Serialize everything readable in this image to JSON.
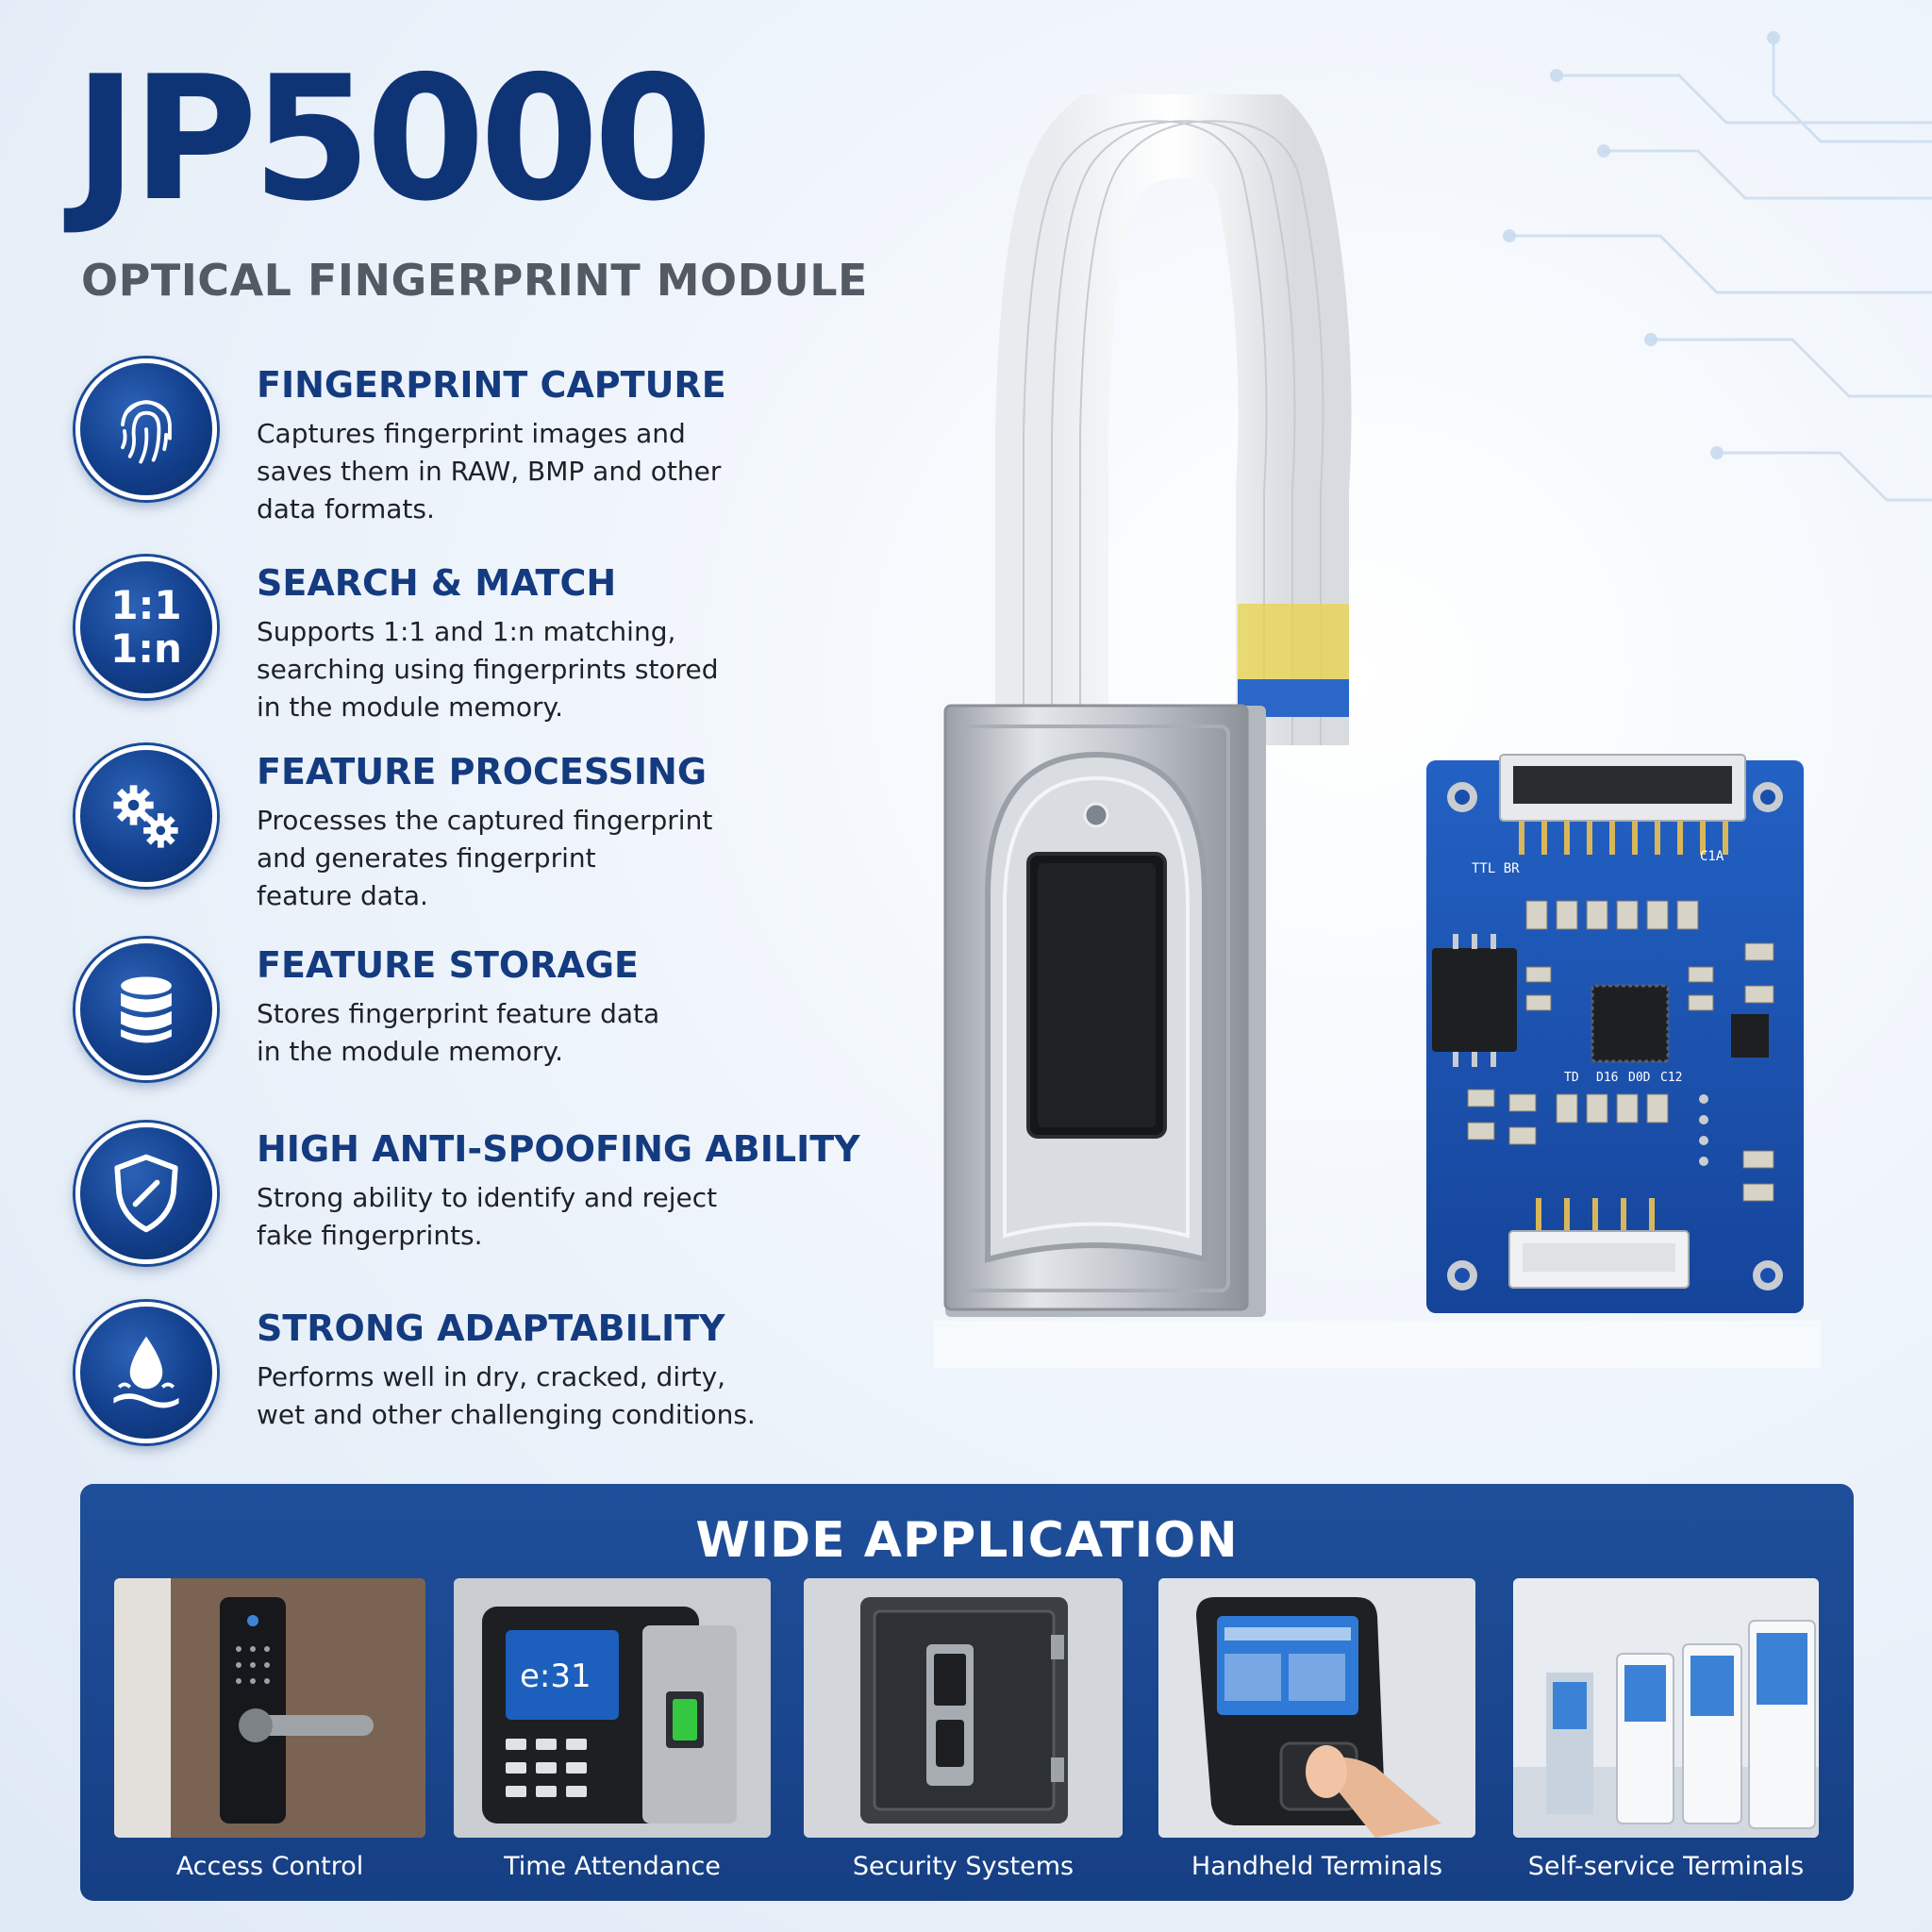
{
  "header": {
    "title": "JP5000",
    "subtitle": "OPTICAL FINGERPRINT MODULE"
  },
  "features": [
    {
      "icon": "fingerprint-icon",
      "title": "FINGERPRINT CAPTURE",
      "lines": [
        "Captures fingerprint images and",
        "saves them in RAW, BMP and other",
        "data formats."
      ]
    },
    {
      "icon": "ratio-icon",
      "icon_text": [
        "1:1",
        "1:n"
      ],
      "title": "SEARCH & MATCH",
      "lines": [
        "Supports 1:1 and 1:n matching,",
        "searching using fingerprints stored",
        "in the module memory."
      ]
    },
    {
      "icon": "gears-icon",
      "title": "FEATURE PROCESSING",
      "lines": [
        "Processes the captured fingerprint",
        "and generates fingerprint",
        "feature data."
      ]
    },
    {
      "icon": "database-icon",
      "title": "FEATURE STORAGE",
      "lines": [
        "Stores fingerprint feature data",
        "in the module memory."
      ]
    },
    {
      "icon": "shield-icon",
      "title": "HIGH ANTI-SPOOFING ABILITY",
      "lines": [
        "Strong ability to identify and reject",
        "fake fingerprints."
      ]
    },
    {
      "icon": "water-drop-icon",
      "title": "STRONG ADAPTABILITY",
      "lines": [
        "Performs well in dry, cracked, dirty,",
        "wet and other challenging conditions."
      ]
    }
  ],
  "board": {
    "label_ttl": "TTL BR",
    "label_c1a": "C1A",
    "label_row": [
      "TD",
      "D16",
      "D0D",
      "C12"
    ],
    "screen_time": "e:31"
  },
  "applications": {
    "title": "WIDE APPLICATION",
    "items": [
      {
        "label": "Access Control",
        "icon": "door-lock-icon"
      },
      {
        "label": "Time Attendance",
        "icon": "time-clock-icon"
      },
      {
        "label": "Security Systems",
        "icon": "safe-icon"
      },
      {
        "label": "Handheld Terminals",
        "icon": "handheld-icon"
      },
      {
        "label": "Self-service Terminals",
        "icon": "kiosk-icon"
      }
    ]
  },
  "colors": {
    "brand_navy": "#0f3476",
    "panel_blue": "#1a4690",
    "pcb_blue": "#1b4fae",
    "subtitle_gray": "#545a63"
  }
}
